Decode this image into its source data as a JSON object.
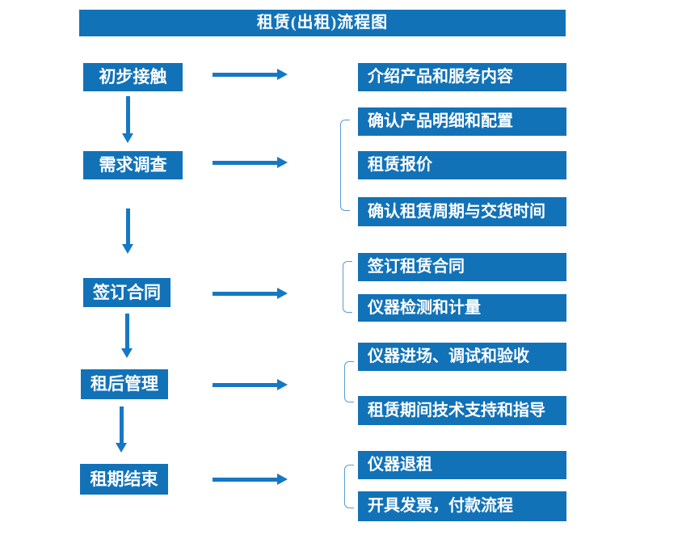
{
  "title": "租赁(出租)流程图",
  "colors": {
    "box_fill": "#1272b8",
    "arrow": "#1677c4",
    "bracket": "#5b9bd5",
    "text": "#ffffff",
    "background": "#ffffff"
  },
  "stages": [
    {
      "label": "初步接触",
      "details": [
        "介绍产品和服务内容"
      ]
    },
    {
      "label": "需求调查",
      "details": [
        "确认产品明细和配置",
        "租赁报价",
        "确认租赁周期与交货时间"
      ]
    },
    {
      "label": "签订合同",
      "details": [
        "签订租赁合同",
        "仪器检测和计量"
      ]
    },
    {
      "label": "租后管理",
      "details": [
        "仪器进场、调试和验收",
        "租赁期间技术支持和指导"
      ]
    },
    {
      "label": "租期结束",
      "details": [
        "仪器退租",
        "开具发票，付款流程"
      ]
    }
  ]
}
